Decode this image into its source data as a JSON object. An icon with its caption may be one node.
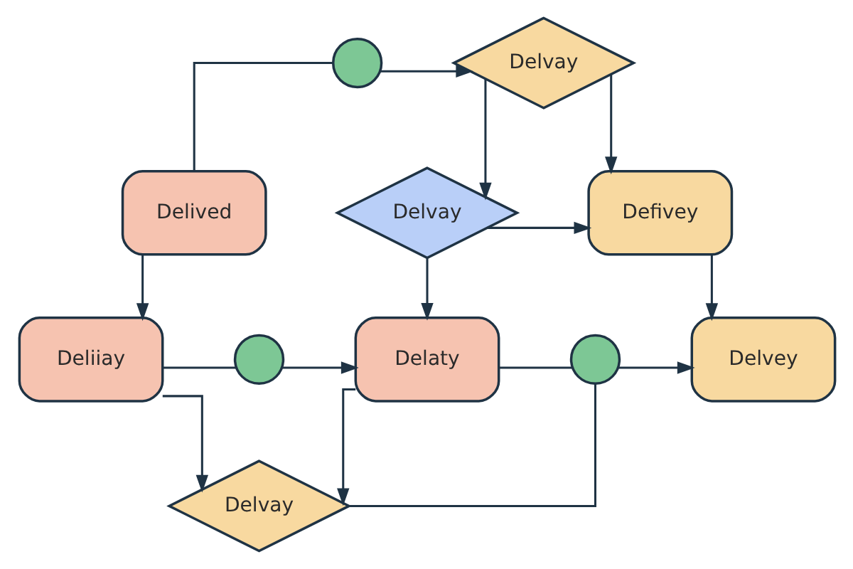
{
  "diagram": {
    "nodes": [
      {
        "text": [],
        "shape": "circle"
      },
      {
        "text": [
          "Delvay"
        ]
      },
      {
        "text": [
          "Delived"
        ]
      },
      {
        "text": [
          "Delvay"
        ]
      },
      {
        "text": [
          "Defivey"
        ]
      },
      {
        "text": [
          "Deliiay"
        ]
      },
      {
        "text": [],
        "shape": "circle"
      },
      {
        "text": [
          "Delaty"
        ]
      },
      {
        "text": [],
        "shape": "circle"
      },
      {
        "text": [
          "Delvey"
        ]
      },
      {
        "text": [
          "Delvay"
        ]
      }
    ],
    "edges": [
      {
        "from": 2,
        "to": 0,
        "arrow": "none"
      },
      {
        "from": 0,
        "to": 1,
        "arrow": "to"
      },
      {
        "from": 1,
        "to": 3,
        "arrow": "to"
      },
      {
        "from": 1,
        "to": 4,
        "arrow": "to"
      },
      {
        "from": 3,
        "to": 4,
        "arrow": "to"
      },
      {
        "from": 2,
        "to": 5,
        "arrow": "to"
      },
      {
        "from": 3,
        "to": 7,
        "arrow": "to"
      },
      {
        "from": 4,
        "to": 9,
        "arrow": "to"
      },
      {
        "from": 5,
        "to": 6,
        "arrow": "none"
      },
      {
        "from": 6,
        "to": 7,
        "arrow": "to"
      },
      {
        "from": 7,
        "to": 8,
        "arrow": "none"
      },
      {
        "from": 8,
        "to": 9,
        "arrow": "to"
      },
      {
        "from": 7,
        "to": 10,
        "arrow": "to"
      },
      {
        "from": 5,
        "to": 10,
        "arrow": "to"
      },
      {
        "from": 10,
        "to": 8,
        "arrow": "none"
      }
    ]
  }
}
